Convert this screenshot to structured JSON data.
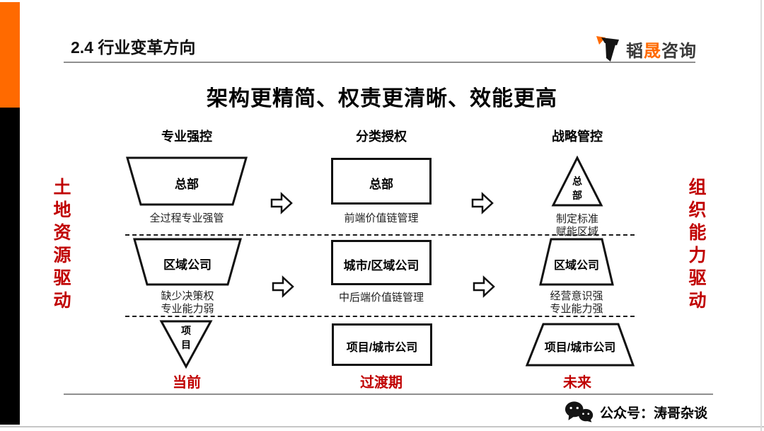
{
  "header": {
    "title": "2.4 行业变革方向",
    "logo": {
      "char1": "韬",
      "char2": "晟",
      "char3": "咨询"
    }
  },
  "main_title": "架构更精简、权责更清晰、效能更高",
  "left_axis_label": "土地资源驱动",
  "right_axis_label": "组织能力驱动",
  "columns": [
    {
      "header": "专业强控",
      "stage": "当前",
      "rows": [
        {
          "shape": "inverted-trapezoid",
          "label": "总部",
          "captions": [
            "全过程专业强管"
          ]
        },
        {
          "shape": "inverted-trapezoid",
          "label": "区域公司",
          "captions": [
            "缺少决策权",
            "专业能力弱"
          ]
        },
        {
          "shape": "inverted-triangle",
          "label": "项目",
          "captions": []
        }
      ]
    },
    {
      "header": "分类授权",
      "stage": "过渡期",
      "rows": [
        {
          "shape": "rectangle",
          "label": "总部",
          "captions": [
            "前端价值链管理"
          ]
        },
        {
          "shape": "rectangle",
          "label": "城市/区域公司",
          "captions": [
            "中后端价值链管理"
          ]
        },
        {
          "shape": "rectangle",
          "label": "项目/城市公司",
          "captions": []
        }
      ]
    },
    {
      "header": "战略管控",
      "stage": "未来",
      "rows": [
        {
          "shape": "triangle",
          "label": "总部",
          "captions": [
            "制定标准",
            "赋能区域"
          ]
        },
        {
          "shape": "trapezoid",
          "label": "区域公司",
          "captions": [
            "经营意识强",
            "专业能力强"
          ]
        },
        {
          "shape": "trapezoid",
          "label": "项目/城市公司",
          "captions": []
        }
      ]
    }
  ],
  "footer": {
    "wechat_label": "公众号：涛哥杂谈"
  },
  "colors": {
    "accent_orange": "#FF6A00",
    "brand_red": "#C00000",
    "shape_stroke": "#111111"
  },
  "icons": [
    "logo-t-icon",
    "wechat-icon",
    "block-arrow-right-icon"
  ]
}
